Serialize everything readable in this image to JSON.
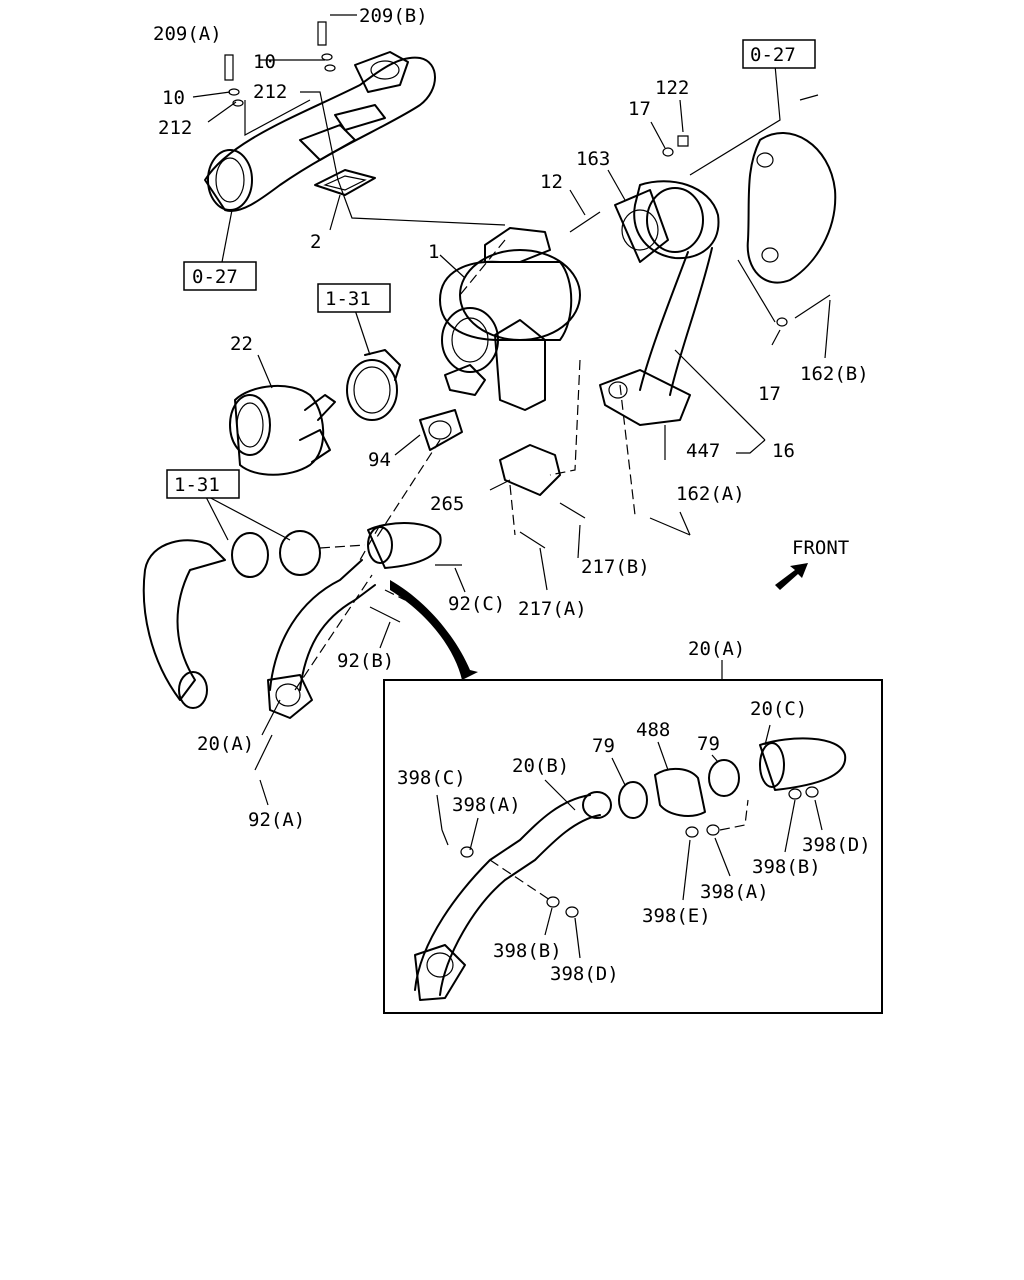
{
  "labels": {
    "l209b": "209(B)",
    "l209a": "209(A)",
    "l10a": "10",
    "l212a": "212",
    "l10b": "10",
    "l212b": "212",
    "l027a": "0-27",
    "l027b": "0-27",
    "l2": "2",
    "l1": "1",
    "l131a": "1-31",
    "l131b": "1-31",
    "l22": "22",
    "l94": "94",
    "l12": "12",
    "l163": "163",
    "l17a": "17",
    "l122": "122",
    "l17b": "17",
    "l162b": "162(B)",
    "l447": "447",
    "l16": "16",
    "l265": "265",
    "l162a": "162(A)",
    "l217b": "217(B)",
    "l217a": "217(A)",
    "front": "FRONT",
    "l92c": "92(C)",
    "l92b": "92(B)",
    "l20a": "20(A)",
    "l92a": "92(A)",
    "i20a": "20(A)",
    "i20c": "20(C)",
    "i488": "488",
    "i79a": "79",
    "i79b": "79",
    "i20b": "20(B)",
    "i398c": "398(C)",
    "i398a1": "398(A)",
    "i398d1": "398(D)",
    "i398b1": "398(B)",
    "i398a2": "398(A)",
    "i398e": "398(E)",
    "i398b2": "398(B)",
    "i398d2": "398(D)"
  }
}
